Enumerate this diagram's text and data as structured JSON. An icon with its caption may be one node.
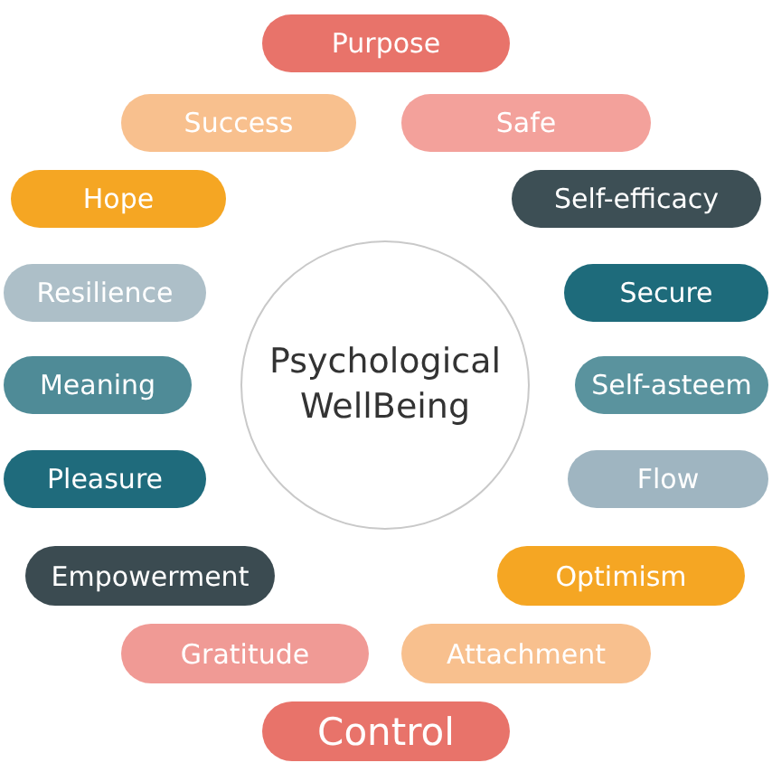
{
  "diagram": {
    "nodes": [
      {
        "text": [
          "Psychological WellBeing"
        ]
      },
      {
        "text": [
          "Purpose"
        ]
      },
      {
        "text": [
          "Success"
        ]
      },
      {
        "text": [
          "Safe"
        ]
      },
      {
        "text": [
          "Hope"
        ]
      },
      {
        "text": [
          "Self-efficacy"
        ]
      },
      {
        "text": [
          "Resilience"
        ]
      },
      {
        "text": [
          "Secure"
        ]
      },
      {
        "text": [
          "Meaning"
        ]
      },
      {
        "text": [
          "Self-asteem"
        ]
      },
      {
        "text": [
          "Pleasure"
        ]
      },
      {
        "text": [
          "Flow"
        ]
      },
      {
        "text": [
          "Empowerment"
        ]
      },
      {
        "text": [
          "Optimism"
        ]
      },
      {
        "text": [
          "Gratitude"
        ]
      },
      {
        "text": [
          "Attachment"
        ]
      },
      {
        "text": [
          "Control"
        ]
      }
    ]
  }
}
